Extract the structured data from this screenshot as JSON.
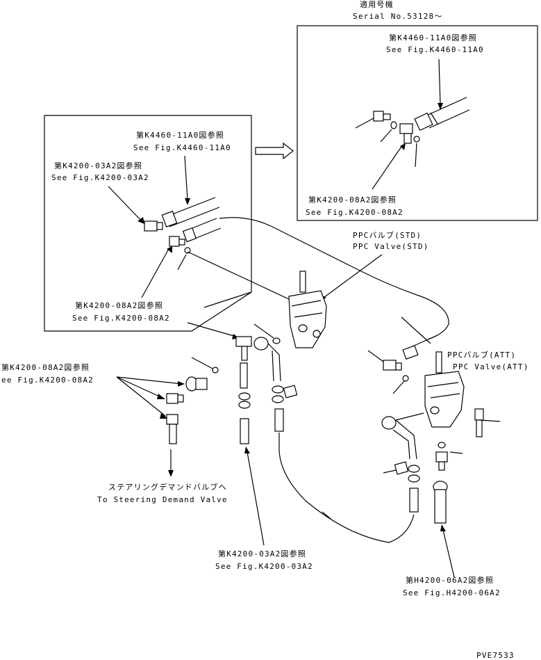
{
  "serial": {
    "jp": "適用号機",
    "en": "Serial No.53128〜"
  },
  "inset_ref_4460": {
    "jp": "第K4460-11A0図参照",
    "en": "See Fig.K4460-11A0"
  },
  "inset_ref_4200_08": {
    "jp": "第K4200-08A2図参照",
    "en": "See Fig.K4200-08A2"
  },
  "main_ref_4460": {
    "jp": "第K4460-11A0図参照",
    "en": "See Fig.K4460-11A0"
  },
  "main_ref_4200_03_top": {
    "jp": "第K4200-03A2図参照",
    "en": "See Fig.K4200-03A2"
  },
  "main_ref_4200_08_mid": {
    "jp": "第K4200-08A2図参照",
    "en": "See Fig.K4200-08A2"
  },
  "ppc_std": {
    "jp": "PPCバルブ(STD)",
    "en": "PPC Valve(STD)"
  },
  "ppc_att": {
    "jp": "PPCバルブ(ATT)",
    "en": "PPC Valve(ATT)"
  },
  "left_ref_4200_08": {
    "jp": "第K4200-08A2図参照",
    "en": "ee Fig.K4200-08A2"
  },
  "steering": {
    "jp": "ステアリングデマンドバルブへ",
    "en": "To Steering Demand Valve"
  },
  "bottom_ref_4200_03": {
    "jp": "第K4200-03A2図参照",
    "en": "See Fig.K4200-03A2"
  },
  "bottom_ref_h4200": {
    "jp": "第H4200-06A2図参照",
    "en": "See Fig.H4200-06A2"
  },
  "drawing_no": "PVE7533"
}
